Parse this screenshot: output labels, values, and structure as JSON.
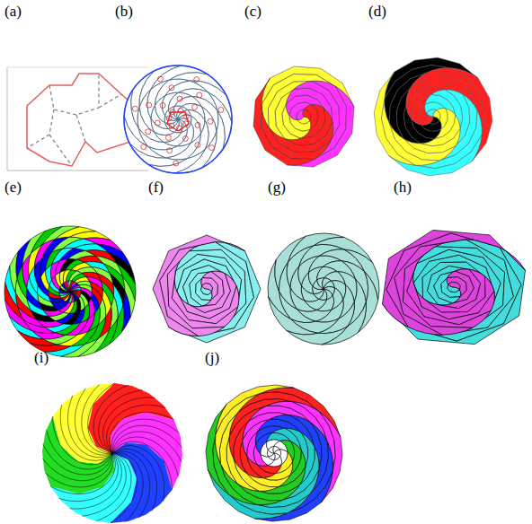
{
  "diagram": {
    "labels": [
      "(a)",
      "(b)",
      "(c)",
      "(d)",
      "(e)",
      "(f)",
      "(g)",
      "(h)",
      "(i)",
      "(j)"
    ]
  }
}
